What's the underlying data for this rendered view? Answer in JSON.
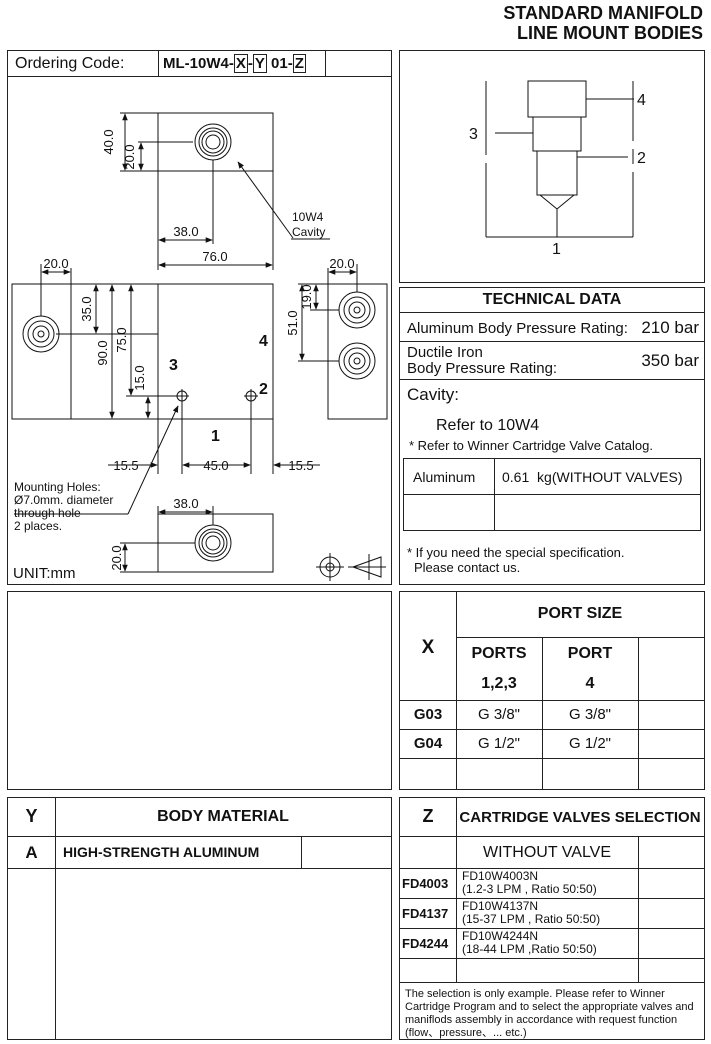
{
  "title": {
    "line1": "STANDARD MANIFOLD",
    "line2": "LINE MOUNT BODIES"
  },
  "ordering": {
    "label": "Ordering Code:",
    "prefix": "ML-10W4-",
    "x": "X",
    "dash1": "-",
    "y": "Y",
    "mid": " 01-",
    "z": "Z"
  },
  "drawing": {
    "dims": {
      "d40": "40.0",
      "d20a": "20.0",
      "d38a": "38.0",
      "d76": "76.0",
      "d20b": "20.0",
      "d20c": "20.0",
      "d35": "35.0",
      "d90": "90.0",
      "d75": "75.0",
      "d15": "15.0",
      "d19": "19.0",
      "d51": "51.0",
      "d155a": "15.5",
      "d45": "45.0",
      "d155b": "15.5",
      "d38b": "38.0",
      "d20d": "20.0"
    },
    "cavity_note": [
      "10W4",
      "Cavity"
    ],
    "ports": {
      "p1": "1",
      "p2": "2",
      "p3": "3",
      "p4": "4"
    },
    "mounting_note": [
      "Mounting Holes:",
      "Ø7.0mm. diameter",
      "through hole",
      "2 places."
    ],
    "unit": "UNIT:mm"
  },
  "schematic": {
    "p1": "1",
    "p2": "2",
    "p3": "3",
    "p4": "4"
  },
  "technical": {
    "header": "TECHNICAL DATA",
    "alu_label": "Aluminum Body Pressure Rating:",
    "alu_value": "210 bar",
    "ductile_label1": "Ductile Iron",
    "ductile_label2": "Body Pressure Rating:",
    "ductile_value": "350 bar",
    "cavity_label": "Cavity:",
    "cavity_ref": "Refer to 10W4",
    "cavity_note": "* Refer to Winner Cartridge Valve Catalog.",
    "weight_material": "Aluminum",
    "weight_value": "0.61  kg(WITHOUT VALVES)",
    "special_note1": "* If you need the special specification.",
    "special_note2": "Please contact us."
  },
  "port_size": {
    "x_label": "X",
    "header": "PORT SIZE",
    "col1": "PORTS",
    "col2": "PORT",
    "col1_sub": "1,2,3",
    "col2_sub": "4",
    "rows": [
      {
        "code": "G03",
        "p123": "G 3/8\"",
        "p4": "G 3/8\""
      },
      {
        "code": "G04",
        "p123": "G 1/2\"",
        "p4": "G 1/2\""
      }
    ]
  },
  "body_material": {
    "y_label": "Y",
    "header": "BODY MATERIAL",
    "rows": [
      {
        "code": "A",
        "name": "HIGH-STRENGTH ALUMINUM"
      }
    ]
  },
  "cartridge": {
    "z_label": "Z",
    "header": "CARTRIDGE VALVES SELECTION",
    "without": "WITHOUT VALVE",
    "rows": [
      {
        "code": "FD4003",
        "name": "FD10W4003N",
        "spec": "(1.2-3 LPM , Ratio 50:50)"
      },
      {
        "code": "FD4137",
        "name": "FD10W4137N",
        "spec": "(15-37 LPM , Ratio 50:50)"
      },
      {
        "code": "FD4244",
        "name": "FD10W4244N",
        "spec": "(18-44 LPM ,Ratio 50:50)"
      }
    ],
    "note": "The selection is only example. Please refer to Winner Cartridge Program and to select the appropriate valves and maniflods assembly in accordance with request function (flow、pressure、... etc.)"
  }
}
